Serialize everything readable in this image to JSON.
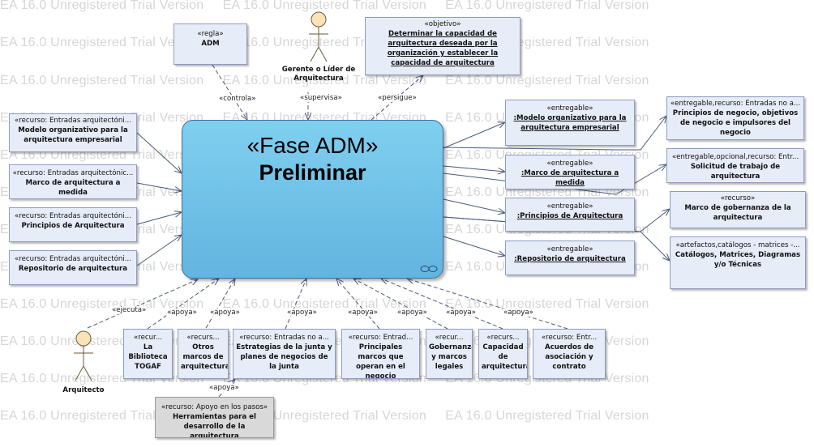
{
  "watermark": "EA 16.0 Unregistered Trial Version",
  "center": {
    "stereotype": "«Fase ADM»",
    "name": "Preliminar"
  },
  "actors": {
    "gerente": {
      "name": "Gerente o Líder de Arquitectura"
    },
    "arquitecto": {
      "name": "Arquitecto"
    }
  },
  "top_boxes": {
    "regla": {
      "stereotype": "«regla»",
      "name": "ADM"
    },
    "objetivo": {
      "stereotype": "«objetivo»",
      "name": "Determinar la capacidad de arquitectura deseada por la organización y establecer la capacidad de arquitectura"
    }
  },
  "inputs": [
    {
      "stereotype": "«recurso: Entradas arquitectóni...",
      "name": "Modelo organizativo para la arquitectura empresarial"
    },
    {
      "stereotype": "«recurso: Entradas arquitectónic...",
      "name": "Marco de arquitectura a medida"
    },
    {
      "stereotype": "«recurso: Entradas arquitectóni...",
      "name": "Principios de Arquitectura"
    },
    {
      "stereotype": "«recurso: Entradas arquitectóni...",
      "name": "Repositorio de arquitectura"
    }
  ],
  "deliverables": [
    {
      "stereotype": "«entregable»",
      "name": ":Modelo organizativo para la arquitectura empresarial"
    },
    {
      "stereotype": "«entregable»",
      "name": ":Marco de arquitectura a medida"
    },
    {
      "stereotype": "«entregable»",
      "name": ":Principios de Arquitectura"
    },
    {
      "stereotype": "«entregable»",
      "name": ":Repositorio de arquitectura"
    }
  ],
  "outputs": [
    {
      "stereotype": "«entregable,recurso: Entradas no a...",
      "name": "Principios de negocio, objetivos de negocio e impulsores del negocio"
    },
    {
      "stereotype": "«entregable,opcional,recurso: Entr...",
      "name": "Solicitud de trabajo de arquitectura"
    },
    {
      "stereotype": "«recurso»",
      "name": "Marco de gobernanza de la arquitectura"
    },
    {
      "stereotype": "«artefactos,catálogos - matrices -...",
      "name": "Catálogos, Matrices, Diagramas y/o Técnicas"
    }
  ],
  "supports": [
    {
      "stereotype": "«recur...",
      "name": "La Biblioteca TOGAF"
    },
    {
      "stereotype": "«recurs...",
      "name": "Otros marcos de arquitectura"
    },
    {
      "stereotype": "«recurso: Entradas no a...",
      "name": "Estrategias de la junta y planes de negocios de la junta"
    },
    {
      "stereotype": "«recurso: Entrad...",
      "name": "Principales marcos que operan en el negocio"
    },
    {
      "stereotype": "«recur...",
      "name": "Gobernanza y marcos legales"
    },
    {
      "stereotype": "«recurs...",
      "name": "Capacidad de arquitectura"
    },
    {
      "stereotype": "«recurso: Entr...",
      "name": "Acuerdos de asociación y contrato"
    }
  ],
  "bottom_box": {
    "stereotype": "«recurso: Apoyo en los pasos»",
    "name": "Herramientas para el desarrollo de la arquitectura"
  },
  "connector_labels": {
    "controla": "«controla»",
    "supervisa": "«supervisa»",
    "persigue": "«persigue»",
    "ejecuta": "«ejecuta»",
    "apoya": "«apoya»"
  }
}
